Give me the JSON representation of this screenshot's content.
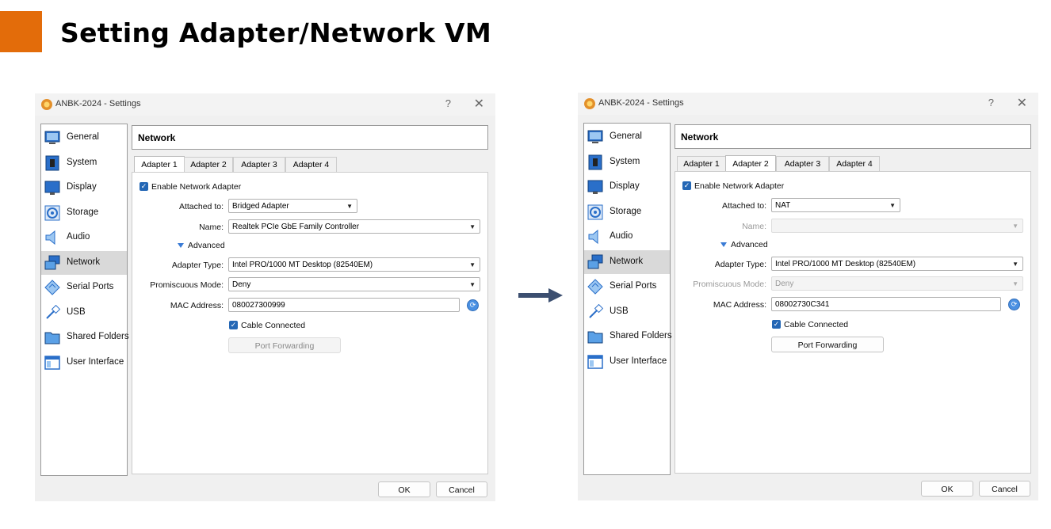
{
  "slide": {
    "title": "Setting Adapter/Network VM",
    "accent_color": "#e36c0a"
  },
  "windows": [
    {
      "title": "ANBK-2024 - Settings",
      "help": "?",
      "close": "✕",
      "sidebar": [
        {
          "label": "General",
          "icon": "general-icon"
        },
        {
          "label": "System",
          "icon": "system-icon"
        },
        {
          "label": "Display",
          "icon": "display-icon"
        },
        {
          "label": "Storage",
          "icon": "storage-icon"
        },
        {
          "label": "Audio",
          "icon": "audio-icon"
        },
        {
          "label": "Network",
          "icon": "network-icon",
          "selected": true
        },
        {
          "label": "Serial Ports",
          "icon": "serial-ports-icon"
        },
        {
          "label": "USB",
          "icon": "usb-icon"
        },
        {
          "label": "Shared Folders",
          "icon": "shared-folders-icon"
        },
        {
          "label": "User Interface",
          "icon": "user-interface-icon"
        }
      ],
      "panel_title": "Network",
      "tabs": [
        "Adapter 1",
        "Adapter 2",
        "Adapter 3",
        "Adapter 4"
      ],
      "selected_tab": 0,
      "enable_label": "Enable Network Adapter",
      "attached_label": "Attached to:",
      "attached_value": "Bridged Adapter",
      "name_label": "Name:",
      "name_value": "Realtek PCIe GbE Family Controller",
      "advanced_label": "Advanced",
      "adapter_type_label": "Adapter Type:",
      "adapter_type_value": "Intel PRO/1000 MT Desktop (82540EM)",
      "promiscuous_label": "Promiscuous Mode:",
      "promiscuous_value": "Deny",
      "mac_label": "MAC Address:",
      "mac_value": "080027300999",
      "cable_label": "Cable Connected",
      "port_forwarding_label": "Port Forwarding",
      "ok_label": "OK",
      "cancel_label": "Cancel"
    },
    {
      "title": "ANBK-2024 - Settings",
      "help": "?",
      "close": "✕",
      "sidebar": [
        {
          "label": "General",
          "icon": "general-icon"
        },
        {
          "label": "System",
          "icon": "system-icon"
        },
        {
          "label": "Display",
          "icon": "display-icon"
        },
        {
          "label": "Storage",
          "icon": "storage-icon"
        },
        {
          "label": "Audio",
          "icon": "audio-icon"
        },
        {
          "label": "Network",
          "icon": "network-icon",
          "selected": true
        },
        {
          "label": "Serial Ports",
          "icon": "serial-ports-icon"
        },
        {
          "label": "USB",
          "icon": "usb-icon"
        },
        {
          "label": "Shared Folders",
          "icon": "shared-folders-icon"
        },
        {
          "label": "User Interface",
          "icon": "user-interface-icon"
        }
      ],
      "panel_title": "Network",
      "tabs": [
        "Adapter 1",
        "Adapter 2",
        "Adapter 3",
        "Adapter 4"
      ],
      "selected_tab": 1,
      "enable_label": "Enable Network Adapter",
      "attached_label": "Attached to:",
      "attached_value": "NAT",
      "name_label": "Name:",
      "name_value": "",
      "advanced_label": "Advanced",
      "adapter_type_label": "Adapter Type:",
      "adapter_type_value": "Intel PRO/1000 MT Desktop (82540EM)",
      "promiscuous_label": "Promiscuous Mode:",
      "promiscuous_value": "Deny",
      "mac_label": "MAC Address:",
      "mac_value": "08002730C341",
      "cable_label": "Cable Connected",
      "port_forwarding_label": "Port Forwarding",
      "ok_label": "OK",
      "cancel_label": "Cancel"
    }
  ]
}
